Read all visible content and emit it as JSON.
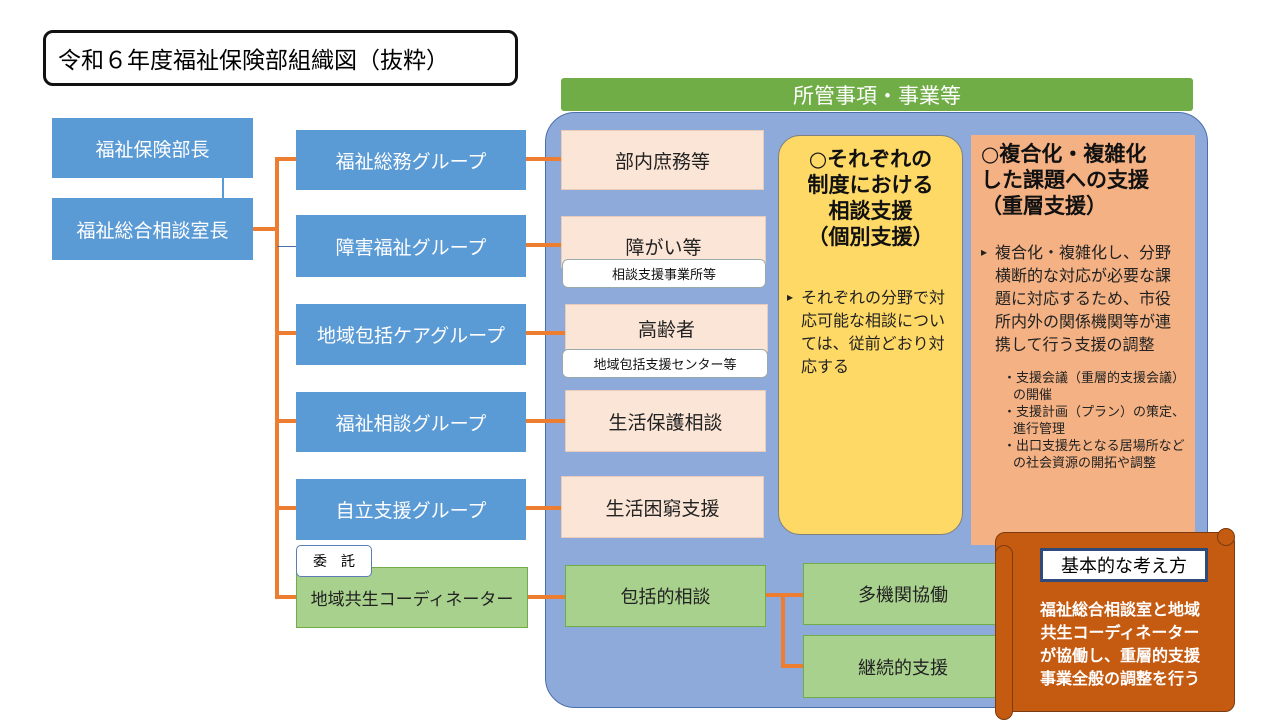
{
  "title": "令和６年度福祉保険部組織図（抜粋）",
  "header": "所管事項・事業等",
  "leaders": [
    "福祉保険部長",
    "福祉総合相談室長"
  ],
  "groups": [
    "福祉総務グループ",
    "障害福祉グループ",
    "地域包括ケアグループ",
    "福祉相談グループ",
    "自立支援グループ"
  ],
  "consignment": "委　託",
  "coordinator": "地域共生コーディネーター",
  "duties": [
    "部内庶務等",
    "障がい等",
    "高齢者",
    "生活保護相談",
    "生活困窮支援"
  ],
  "duty_subs": [
    "相談支援事業所等",
    "地域包括支援センター等"
  ],
  "comprehensive": "包括的相談",
  "outcomes": [
    "多機関協働",
    "継続的支援"
  ],
  "individual": {
    "heading": [
      "○それぞれの",
      "制度における",
      "相談支援",
      "（個別支援）"
    ],
    "body": "それぞれの分野で対応可能な相談については、従前どおり対応する"
  },
  "multilayer": {
    "heading": [
      "○複合化・複雑化",
      "した課題への支援",
      "（重層支援）"
    ],
    "body": "複合化・複雑化し、分野横断的な対応が必要な課題に対応するため、市役所内外の関係機関等が連携して行う支援の調整",
    "items": [
      "・支援会議（重層的支援会議）の開催",
      "・支援計画（プラン）の策定、進行管理",
      "・出口支援先となる居場所などの社会資源の開拓や調整"
    ]
  },
  "basic": {
    "label": "基本的な考え方",
    "text": [
      "福祉総合相談室と地域",
      "共生コーディネーター",
      "が協働し、重層的支援",
      "事業全般の調整を行う"
    ]
  },
  "colors": {
    "blue": "#5b9bd5",
    "orange": "#ed7d31",
    "green": "#70ad47",
    "panel": "#8eaadb",
    "yellow": "#ffd966",
    "salmon": "#f4b183",
    "scroll": "#c55a11"
  }
}
